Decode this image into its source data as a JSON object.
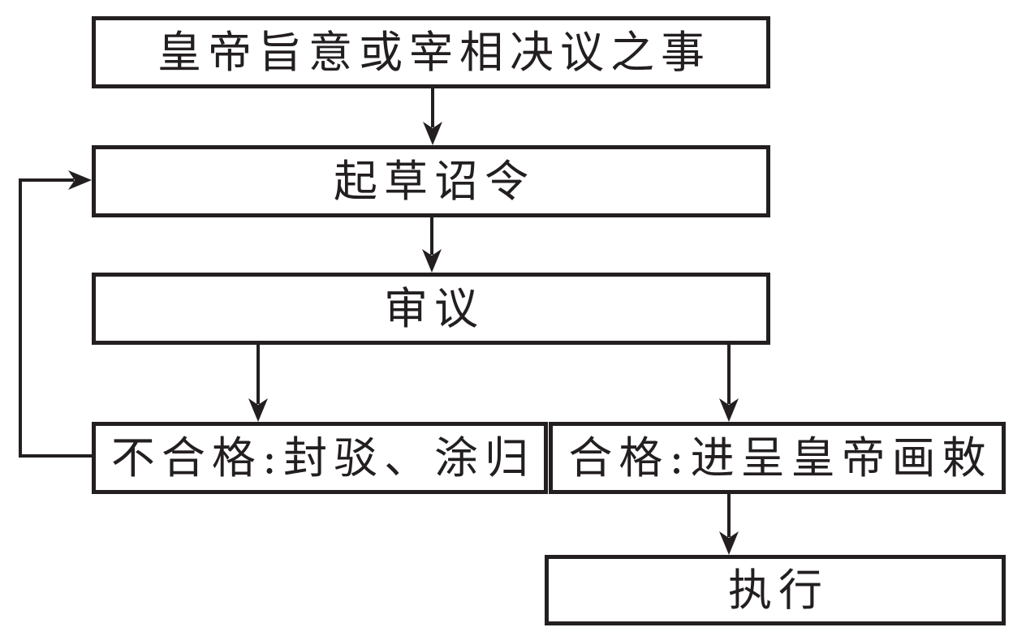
{
  "diagram": {
    "type": "flowchart",
    "background_color": "#ffffff",
    "line_color": "#231f20",
    "text_color": "#231f20",
    "nodes": [
      {
        "id": "source",
        "label": "皇帝旨意或宰相决议之事"
      },
      {
        "id": "draft",
        "label": "起草诏令"
      },
      {
        "id": "review",
        "label": "审议"
      },
      {
        "id": "rejected",
        "label": "不合格:封驳、涂归"
      },
      {
        "id": "approved",
        "label": "合格:进呈皇帝画敕"
      },
      {
        "id": "execute",
        "label": "执行"
      }
    ],
    "edges": [
      {
        "from": "source",
        "to": "draft"
      },
      {
        "from": "draft",
        "to": "review"
      },
      {
        "from": "review",
        "to": "rejected"
      },
      {
        "from": "review",
        "to": "approved"
      },
      {
        "from": "rejected",
        "to": "draft"
      },
      {
        "from": "approved",
        "to": "execute"
      }
    ]
  }
}
